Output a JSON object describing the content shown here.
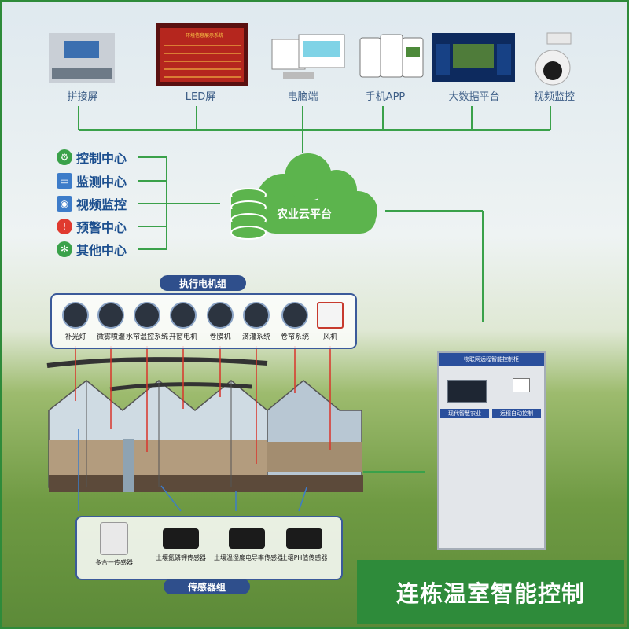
{
  "devices": [
    {
      "id": "splice",
      "label": "拼接屏"
    },
    {
      "id": "led",
      "label": "LED屏",
      "screen_text": "环境信息展示系统"
    },
    {
      "id": "pc",
      "label": "电脑端"
    },
    {
      "id": "app",
      "label": "手机APP"
    },
    {
      "id": "bigdata",
      "label": "大数据平台"
    },
    {
      "id": "camera",
      "label": "视频监控"
    }
  ],
  "centers": [
    {
      "label": "控制中心",
      "icon": "gear-circle-icon",
      "color": "#3aa14a"
    },
    {
      "label": "监测中心",
      "icon": "monitor-icon",
      "color": "#3d7cc9"
    },
    {
      "label": "视频监控",
      "icon": "camera-icon",
      "color": "#3d7cc9"
    },
    {
      "label": "预警中心",
      "icon": "alert-icon",
      "color": "#e03a2f"
    },
    {
      "label": "其他中心",
      "icon": "gear-icon",
      "color": "#3aa14a"
    }
  ],
  "cloud": {
    "label": "农业云平台",
    "color": "#5cb44d"
  },
  "actuators": {
    "title": "执行电机组",
    "items": [
      {
        "label": "补光灯"
      },
      {
        "label": "微雾喷灌"
      },
      {
        "label": "水帘温控系统"
      },
      {
        "label": "开窗电机"
      },
      {
        "label": "卷膜机"
      },
      {
        "label": "滴灌系统"
      },
      {
        "label": "卷帘系统"
      },
      {
        "label": "风机"
      }
    ]
  },
  "sensors": {
    "title": "传感器组",
    "items": [
      {
        "label": "多合一传感器"
      },
      {
        "label": "土壤氮磷钾传感器"
      },
      {
        "label": "土壤温湿度电导率传感器"
      },
      {
        "label": "土壤PH值传感器"
      }
    ]
  },
  "cabinet": {
    "title": "物联网远程智能控制柜",
    "left_label": "现代智慧农业",
    "right_label": "远程自动控制"
  },
  "title": "连栋温室智能控制",
  "colors": {
    "line": "#3aa14a",
    "accent": "#2e8b3a",
    "nav": "#2f4f8c",
    "wire_red": "#d9342b"
  }
}
